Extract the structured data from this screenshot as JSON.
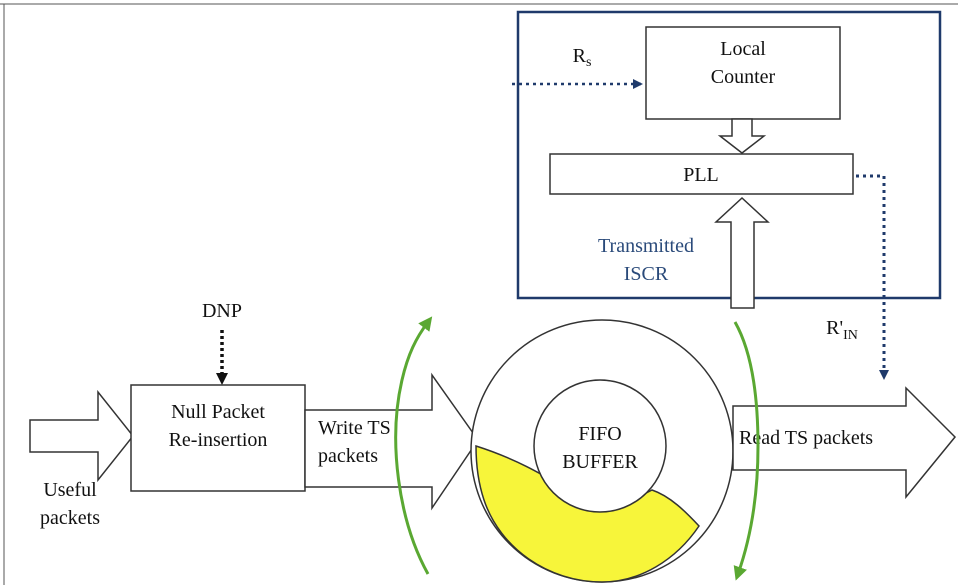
{
  "diagram": {
    "local_counter": {
      "line1": "Local",
      "line2": "Counter"
    },
    "rs_label": {
      "main": "R",
      "sub": "s"
    },
    "pll_label": "PLL",
    "transmitted_iscr": {
      "line1": "Transmitted",
      "line2": "ISCR"
    },
    "r_in_label": {
      "main": "R'",
      "sub": "IN"
    },
    "dnp_label": "DNP",
    "null_packet": {
      "line1": "Null Packet",
      "line2": "Re-insertion"
    },
    "useful_packets": {
      "line1": "Useful",
      "line2": "packets"
    },
    "write_ts": {
      "line1": "Write  TS",
      "line2": "packets"
    },
    "fifo": {
      "line1": "FIFO",
      "line2": "BUFFER"
    },
    "read_ts": "Read  TS packets",
    "colors": {
      "panel_border": "#1f3a6b",
      "dotted_arrow": "#1f3a6b",
      "text_blue": "#2a4a7a",
      "green_arrow": "#5aa832",
      "buffer_fill": "#f7f53a",
      "stroke": "#111111"
    }
  }
}
